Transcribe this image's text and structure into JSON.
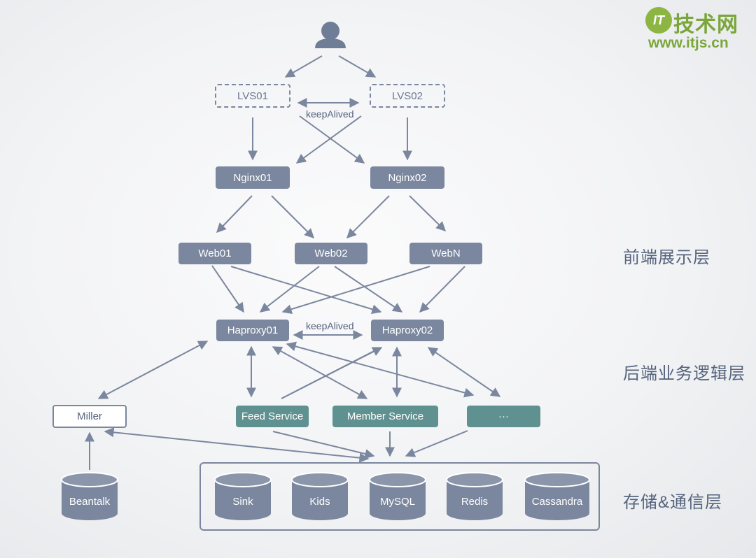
{
  "brand": {
    "logo_text": "IT",
    "name": "技术网",
    "url": "www.itjs.cn"
  },
  "lvs": {
    "lvs01": "LVS01",
    "lvs02": "LVS02",
    "link_label": "keepAlived"
  },
  "nginx": {
    "nginx01": "Nginx01",
    "nginx02": "Nginx02"
  },
  "web": {
    "web01": "Web01",
    "web02": "Web02",
    "webn": "WebN"
  },
  "haproxy": {
    "haproxy01": "Haproxy01",
    "haproxy02": "Haproxy02",
    "link_label": "keepAlived"
  },
  "services": {
    "miller": "Miller",
    "feed": "Feed Service",
    "member": "Member Service",
    "more": "···"
  },
  "storage": {
    "beantalk": "Beantalk",
    "sink": "Sink",
    "kids": "Kids",
    "mysql": "MySQL",
    "redis": "Redis",
    "cassandra": "Cassandra"
  },
  "layers": {
    "frontend": "前端展示层",
    "backend": "后端业务逻辑层",
    "storage": "存储&通信层"
  },
  "icons": {
    "user": "user-icon"
  },
  "colors": {
    "node": "#7b879e",
    "service": "#5f9190",
    "arrow": "#7b879e",
    "brand": "#7aa63a",
    "background": "#f2f3f5"
  }
}
